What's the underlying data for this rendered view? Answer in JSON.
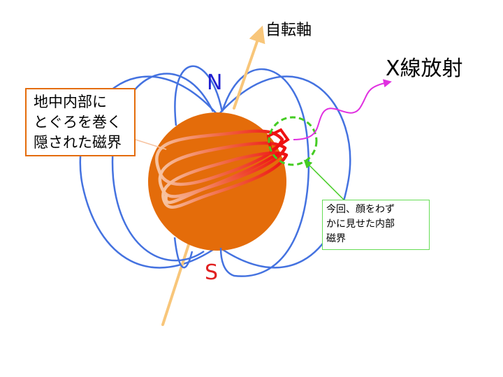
{
  "labels": {
    "rotation_axis": "自転軸",
    "xray_emission": "X線放射",
    "north_pole": "N",
    "south_pole": "S"
  },
  "callouts": {
    "hidden_field": {
      "lines": [
        "地中内部に",
        "とぐろを巻く",
        "隠された磁界"
      ]
    },
    "peek_field": {
      "lines": [
        "今回、顔をわず",
        "かに見せた内部",
        "磁界"
      ]
    }
  },
  "colors": {
    "star_fill": "#e46c0a",
    "field_lines": "#4472e0",
    "axis": "#f8c67a",
    "north": "#2020d0",
    "south": "#e02020",
    "xray": "#e030e0",
    "highlight_circle": "#44cc22",
    "hidden_callout_border": "#e46c0a",
    "peek_callout_border": "#66dd55"
  }
}
